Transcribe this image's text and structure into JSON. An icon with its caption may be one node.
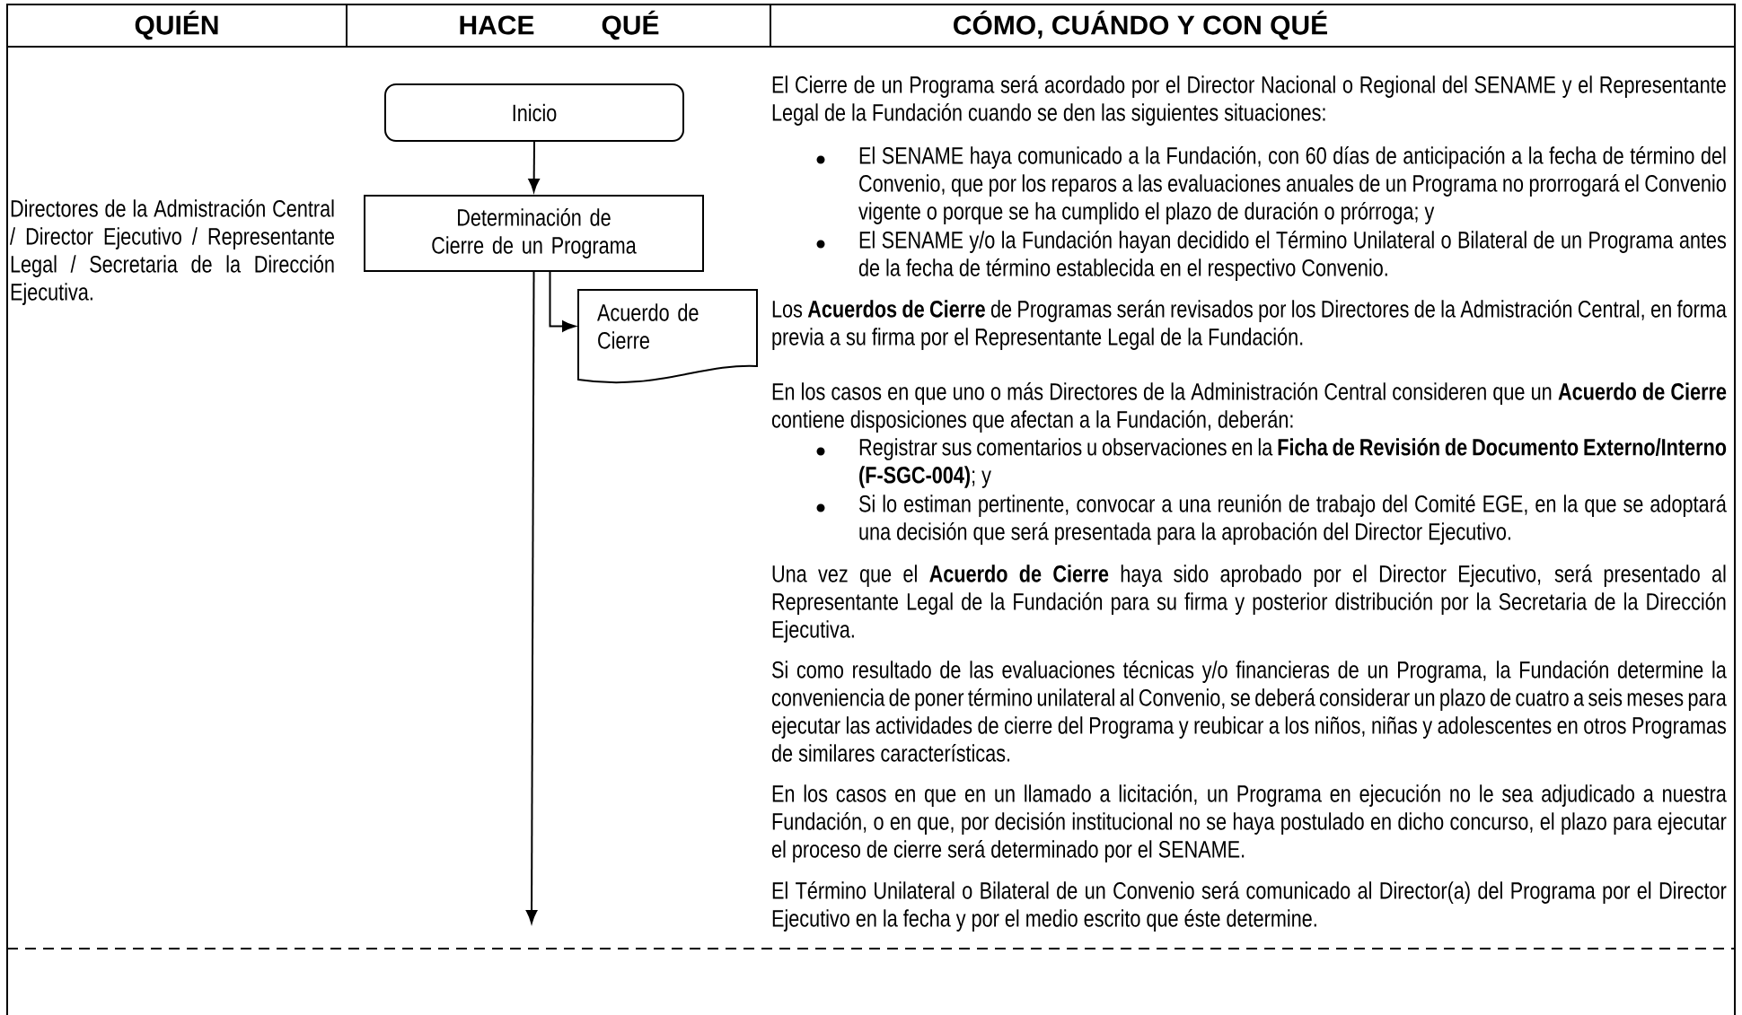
{
  "diagram": {
    "nodes": [
      {
        "text": [
          "Inicio"
        ]
      },
      {
        "text": [
          "Determinación de Cierre de un Programa"
        ]
      },
      {
        "text": [
          "Acuerdo de Cierre"
        ]
      }
    ],
    "edges": [
      {
        "from": 0,
        "to": 1,
        "arrow": "to"
      },
      {
        "from": 1,
        "to": 2,
        "arrow": "to"
      },
      {
        "from": 1,
        "to": null,
        "arrow": "to"
      }
    ],
    "labels": [
      "QUIÉN",
      "HACE",
      "QUÉ",
      "CÓMO, CUÁNDO Y CON QUÉ",
      "Directores de la Admistración Central / Director Ejecutivo / Representante Legal / Secretaria de la Dirección Ejecutiva.",
      "El Cierre de un Programa será acordado por el Director Nacional o Regional del SENAME y el Representante Legal de la Fundación cuando se den las siguientes situaciones:",
      "El SENAME haya comunicado a la Fundación, con 60 días de anticipación a la fecha de término del Convenio, que por los reparos a las evaluaciones anuales de un Programa no prorrogará el Convenio vigente o porque se ha cumplido el plazo de duración o prórroga; y",
      "El SENAME y/o la Fundación hayan decidido el Término Unilateral o Bilateral de un Programa antes de la fecha de término establecida en el respectivo Convenio.",
      "Los **Acuerdos de Cierre** de Programas serán revisados por los Directores de la Admistración Central, en forma previa a su firma por el Representante Legal de la Fundación.",
      "En los casos en que uno o más Directores de la Administración Central consideren que un **Acuerdo de Cierre** contiene disposiciones que afectan a la Fundación, deberán:",
      "Registrar sus comentarios u observaciones en la **Ficha de Revisión de Documento Externo/Interno (F-SGC-004)**; y",
      "Si lo estiman pertinente, convocar a una reunión de trabajo del Comité EGE, en la que se adoptará una decisión que será presentada para la aprobación del Director Ejecutivo.",
      "Una vez que el **Acuerdo de Cierre** haya sido aprobado por el Director Ejecutivo, será presentado al Representante Legal de la Fundación para su firma y posterior distribución por la Secretaria de la Dirección Ejecutiva.",
      "Si como resultado de las evaluaciones técnicas y/o financieras de un Programa, la Fundación determine la conveniencia de poner término unilateral al Convenio, se deberá considerar un plazo de cuatro a seis meses para ejecutar las actividades de cierre del Programa y reubicar a los niños, niñas y adolescentes en otros Programas de similares características.",
      "En los casos en que en un llamado a licitación, un Programa en ejecución no le sea adjudicado a nuestra Fundación, o en que, por decisión institucional no se haya postulado en dicho concurso, el plazo para ejecutar el proceso de cierre será determinado por el SENAME.",
      "El Término Unilateral o Bilateral de un Convenio será comunicado al Director(a) del Programa por el Director Ejecutivo en la fecha y por el medio escrito que éste determine."
    ]
  }
}
